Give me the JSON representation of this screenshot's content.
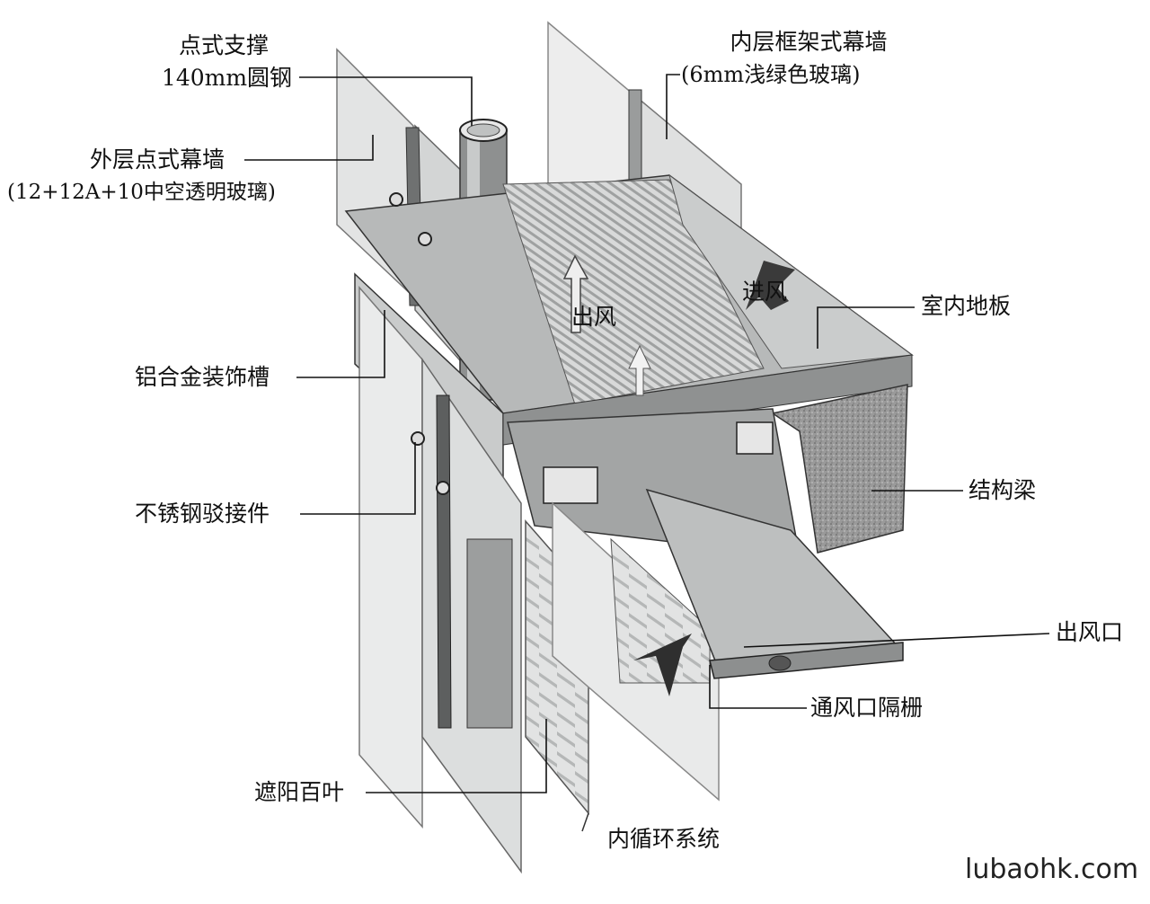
{
  "labels": {
    "point_support_line1": "点式支撑",
    "point_support_line2": "140mm圆钢",
    "outer_curtain_line1": "外层点式幕墙",
    "outer_curtain_line2": "(12+12A+10中空透明玻璃)",
    "aluminum_trough": "铝合金装饰槽",
    "stainless_connector": "不锈钢驳接件",
    "sunshade_louver": "遮阳百叶",
    "inner_circulation": "内循环系统",
    "inner_curtain_line1": "内层框架式幕墙",
    "inner_curtain_line2": "(6mm浅绿色玻璃)",
    "indoor_floor": "室内地板",
    "structural_beam": "结构梁",
    "air_outlet": "出风口",
    "vent_grille": "通风口隔栅",
    "air_out_arrow": "出风",
    "air_in_arrow": "进风"
  },
  "watermark": "lubaohk.com",
  "colors": {
    "line": "#111111",
    "glass": "#d6d8d8",
    "metal": "#a9abab",
    "dark_metal": "#6e7070",
    "concrete": "#8c8c8c"
  }
}
